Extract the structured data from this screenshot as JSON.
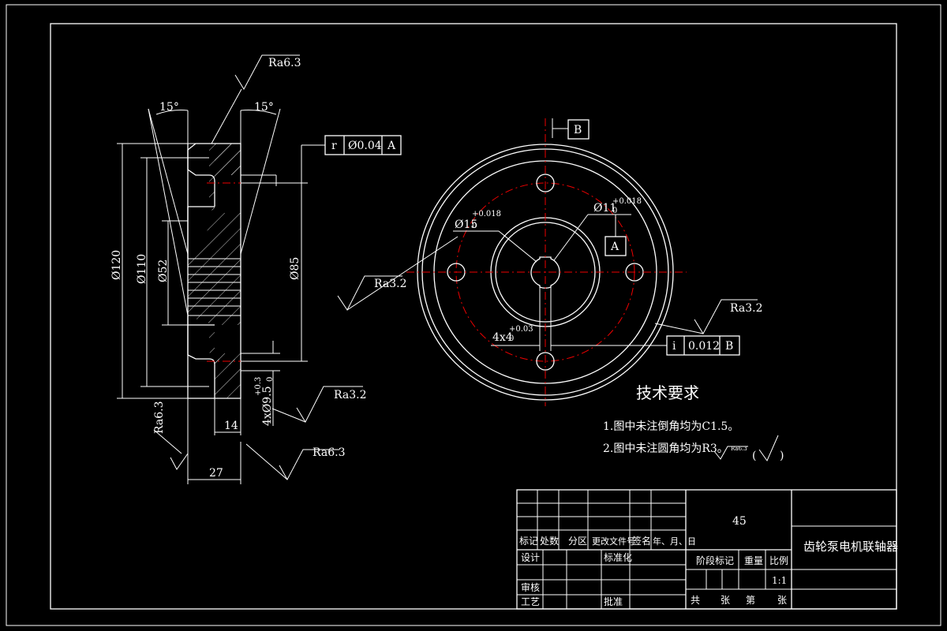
{
  "part": {
    "name": "齿轮泵电机联轴器",
    "material": "45",
    "scale": "1:1"
  },
  "colors": {
    "background": "#000000",
    "lines": "#ffffff",
    "centerlines": "#e00000"
  },
  "side_view": {
    "angle_left": "15°",
    "angle_right": "15°",
    "roughness_top": "Ra6.3",
    "roughness_left": "Ra6.3",
    "roughness_bottom": "Ra6.3",
    "roughness_holes": "Ra3.2",
    "dia_120": "Ø120",
    "dia_110": "Ø110",
    "dia_52": "Ø52",
    "dia_85": "Ø85",
    "runout": {
      "symbol": "r",
      "value": "Ø0.04",
      "datum": "A"
    },
    "hole_dim": "4xØ9.5",
    "hole_tol": "+0.3",
    "hole_tol_low": "0",
    "thickness_14": "14",
    "length_27": "27"
  },
  "front_view": {
    "datum_b": "B",
    "datum_a": "A",
    "bore_15": "Ø15",
    "bore_15_tol": "+0.018",
    "bore_15_tol_low": "0",
    "bore_11": "Ø11",
    "bore_11_tol": "+0.018",
    "bore_11_tol_low": "0",
    "key_dim": "4x4",
    "key_tol": "+0.03",
    "key_tol_low": "0",
    "roughness_left": "Ra3.2",
    "roughness_right": "Ra3.2",
    "tolerance": {
      "symbol": "i",
      "value": "0.012",
      "datum": "B"
    }
  },
  "notes": {
    "title": "技术要求",
    "line1": "1.图中未注倒角均为C1.5。",
    "line2": "2.图中未注圆角均为R3。",
    "small": "Ra6.3",
    "paren_open": "(",
    "paren_close": ")"
  },
  "title_block": {
    "h_mark": "标记",
    "h_count": "处数",
    "h_zone": "分区",
    "h_doc": "更改文件号",
    "h_sign": "签名",
    "h_date": "年、月、日",
    "design": "设计",
    "standard": "标准化",
    "review": "审核",
    "process": "工艺",
    "approve": "批准",
    "stage": "阶段标记",
    "weight": "重量",
    "ratio": "比例",
    "total": "共",
    "sheets": "张",
    "sheet_no": "第",
    "sheet_unit": "张"
  }
}
